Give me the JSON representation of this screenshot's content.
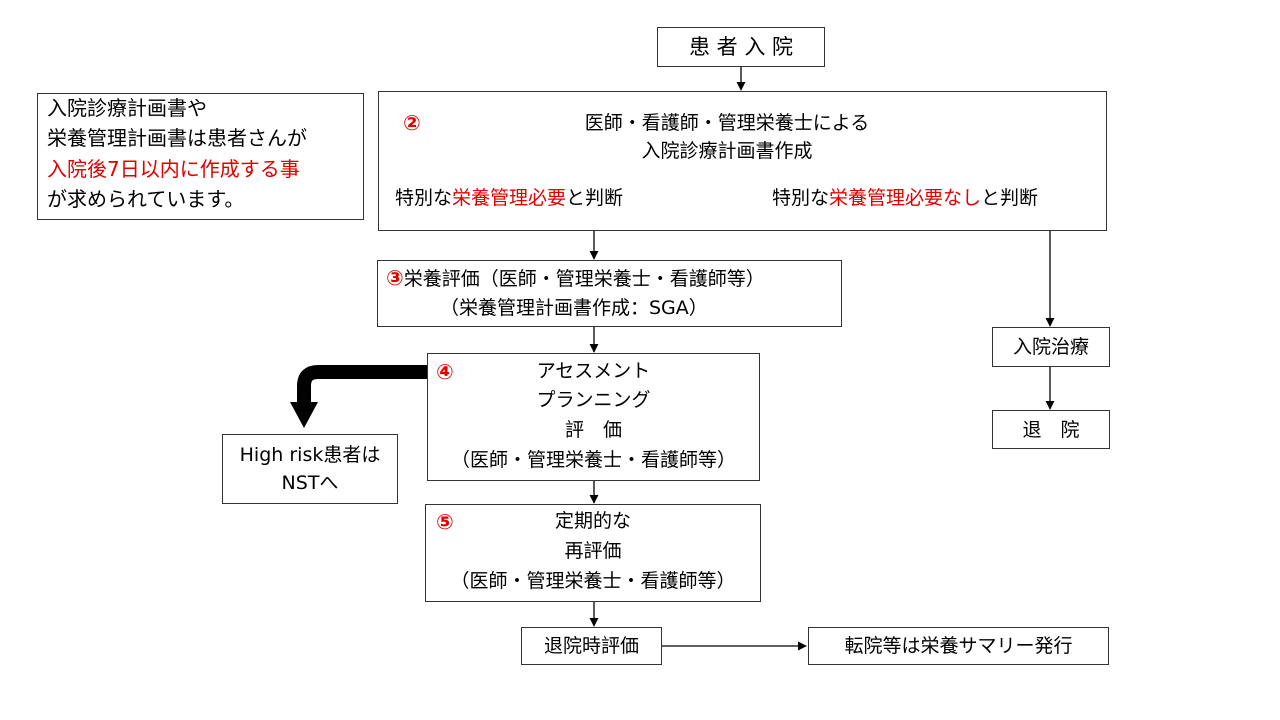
{
  "colors": {
    "accent_red": "#e00000",
    "line": "#000000",
    "border": "#333333"
  },
  "admission": "患 者 入 院",
  "note": {
    "line1": "入院診療計画書や",
    "line2": "栄養管理計画書は患者さんが",
    "line3_red": "入院後7日以内に作成する事",
    "line4": "が求められています。"
  },
  "step2": {
    "number": "②",
    "line1": "医師・看護師・管理栄養士による",
    "line2": "入院診療計画書作成",
    "left_prefix": "特別な",
    "left_red": "栄養管理必要",
    "left_suffix": "と判断",
    "right_prefix": "特別な",
    "right_red": "栄養管理必要なし",
    "right_suffix": "と判断"
  },
  "step3": {
    "number": "③",
    "line1": "栄養評価（医師・管理栄養士・看護師等）",
    "line2": "（栄養管理計画書作成：SGA）"
  },
  "step4": {
    "number": "④",
    "line1": "アセスメント",
    "line2": "プランニング",
    "line3": "評　価",
    "line4": "（医師・管理栄養士・看護師等）"
  },
  "high_risk": {
    "line1": "High risk患者は",
    "line2": "NSTへ"
  },
  "step5": {
    "number": "⑤",
    "line1": "定期的な",
    "line2": "再評価",
    "line3": "（医師・管理栄養士・看護師等）"
  },
  "discharge_eval": "退院時評価",
  "transfer": "転院等は栄養サマリー発行",
  "inpatient_treatment": "入院治療",
  "discharge": "退　院"
}
